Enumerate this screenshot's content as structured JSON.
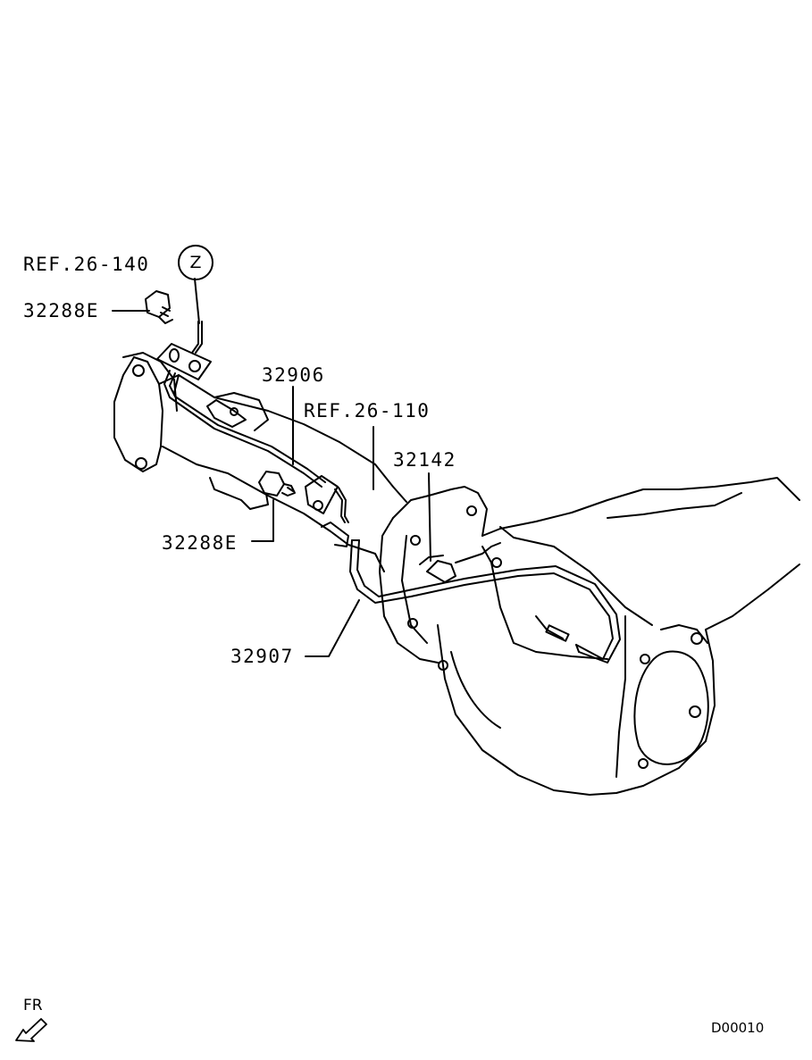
{
  "labels": {
    "ref_26_140": "REF.26-140",
    "circle_z": "Z",
    "part_32288e_top": "32288E",
    "part_32906": "32906",
    "ref_26_110": "REF.26-110",
    "part_32142": "32142",
    "part_32288e_mid": "32288E",
    "part_32907": "32907",
    "fr": "FR",
    "diagram_code": "D00010"
  },
  "colors": {
    "ink": "#000000",
    "paper": "#ffffff"
  },
  "icons": {
    "front_arrow": "arrow-down-left-icon"
  }
}
